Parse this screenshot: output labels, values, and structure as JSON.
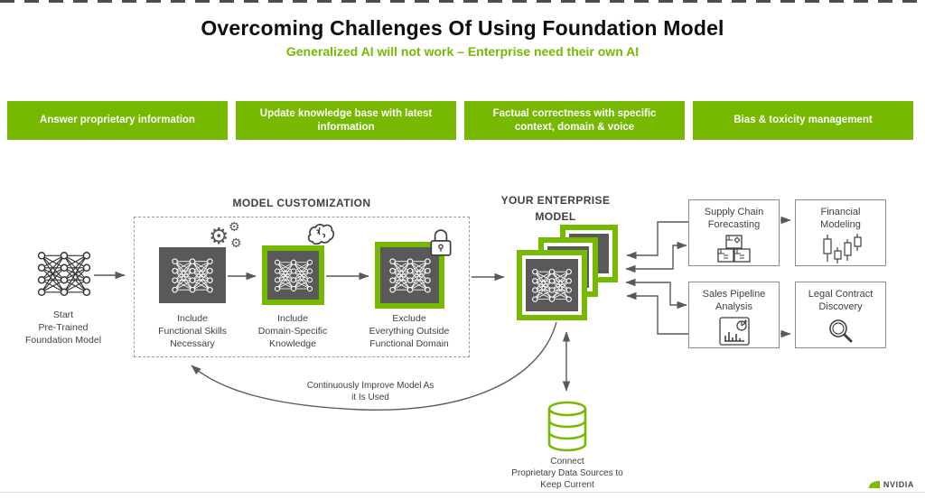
{
  "page": {
    "title": "Overcoming Challenges Of Using Foundation Model",
    "subtitle": "Generalized AI will not work – Enterprise need their own AI",
    "brand": "NVIDIA"
  },
  "banners": [
    {
      "label": "Answer proprietary information"
    },
    {
      "label": "Update knowledge base with latest information"
    },
    {
      "label": "Factual correctness with specific context, domain & voice"
    },
    {
      "label": "Bias & toxicity management"
    }
  ],
  "flow": {
    "start": {
      "lines": [
        "Start",
        "Pre-Trained",
        "Foundation Model"
      ],
      "icon": "neural-network-icon"
    },
    "customization": {
      "title": "MODEL CUSTOMIZATION",
      "stages": [
        {
          "lines": [
            "Include",
            "Functional Skills",
            "Necessary"
          ],
          "badge_icon": "gears-icon"
        },
        {
          "lines": [
            "Include",
            "Domain-Specific",
            "Knowledge"
          ],
          "badge_icon": "brain-icon"
        },
        {
          "lines": [
            "Exclude",
            "Everything Outside",
            "Functional Domain"
          ],
          "badge_icon": "padlock-icon"
        }
      ]
    },
    "enterprise_model": {
      "lines": [
        "YOUR ENTERPRISE",
        "MODEL"
      ],
      "icon": "stacked-model-icon"
    },
    "feedback_loop": {
      "lines": [
        "Continuously Improve Model As",
        "it Is Used"
      ]
    },
    "data_source": {
      "lines": [
        "Connect",
        "Proprietary Data Sources to",
        "Keep Current"
      ],
      "icon": "database-icon"
    }
  },
  "use_cases": [
    {
      "lines": [
        "Supply Chain",
        "Forecasting"
      ],
      "icon": "packages-icon"
    },
    {
      "lines": [
        "Financial",
        "Modeling"
      ],
      "icon": "candlestick-chart-icon"
    },
    {
      "lines": [
        "Sales Pipeline",
        "Analysis"
      ],
      "icon": "bar-pie-chart-icon"
    },
    {
      "lines": [
        "Legal Contract",
        "Discovery"
      ],
      "icon": "magnifier-icon"
    }
  ],
  "colors": {
    "accent_green": "#76B900",
    "square_gray": "#595959",
    "text_dark": "#404040"
  }
}
